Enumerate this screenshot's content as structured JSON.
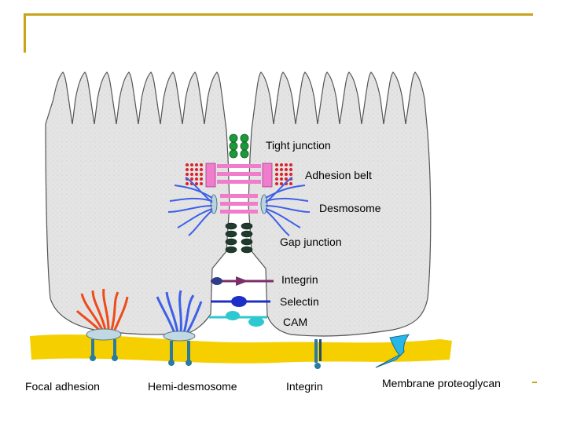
{
  "colors": {
    "frame": "#c9a31a",
    "cell_fill": "#e3e3e3",
    "cell_stroke": "#555555",
    "membrane": "#f5cf00",
    "tight_junction": "#1c9a3a",
    "adhesion_belt_dots": "#dd1f2a",
    "adhesion_belt": "#f07ccc",
    "desmosome_fibers": "#3e60e8",
    "gap_junction": "#1f3b2e",
    "integrin": "#7a2f6a",
    "selectin": "#1c2fc8",
    "cam": "#2ec8d0",
    "focal_fibers": "#ef4a1a",
    "receptor": "#2a7ba0",
    "proteoglycan": "#29b6e8"
  },
  "labels": {
    "tight_junction": "Tight junction",
    "adhesion_belt": "Adhesion belt",
    "desmosome": "Desmosome",
    "gap_junction": "Gap junction",
    "integrin_side": "Integrin",
    "selectin": "Selectin",
    "cam": "CAM",
    "focal_adhesion": "Focal adhesion",
    "hemi_desmosome": "Hemi-desmosome",
    "integrin_bottom": "Integrin",
    "membrane_proteoglycan": "Membrane proteoglycan"
  }
}
